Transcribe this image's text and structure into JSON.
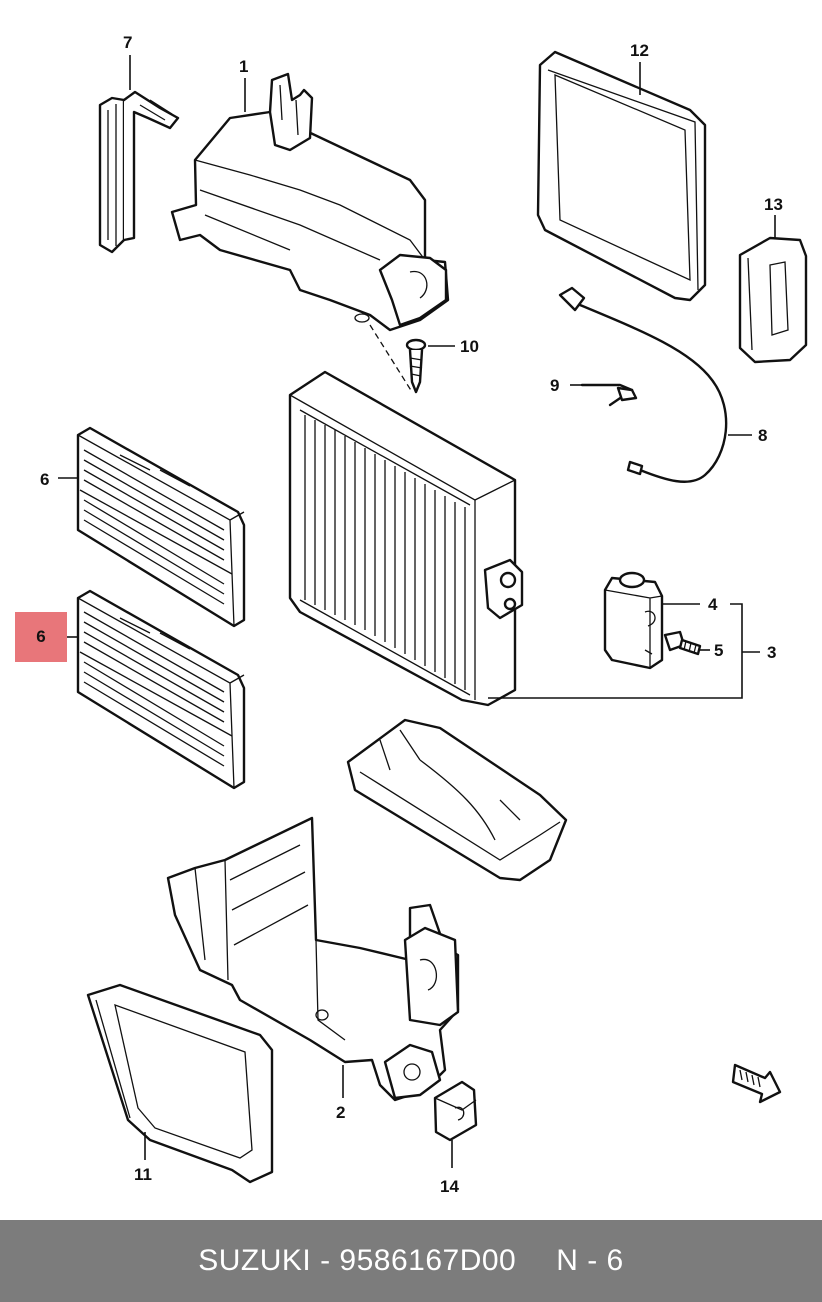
{
  "callouts": {
    "c1": "1",
    "c2": "2",
    "c3": "3",
    "c4": "4",
    "c5": "5",
    "c6_top": "6",
    "c6_highlight": "6",
    "c7": "7",
    "c8": "8",
    "c9": "9",
    "c10": "10",
    "c11": "11",
    "c12": "12",
    "c13": "13",
    "c14": "14"
  },
  "highlight": {
    "color": "#e8767a"
  },
  "footer": {
    "brand_part": "SUZUKI - 9586167D00",
    "ref": "N - 6",
    "background": "#7c7c7c",
    "text_color": "#ffffff"
  },
  "icons": {
    "direction_arrow": "fwd-arrow-icon"
  }
}
